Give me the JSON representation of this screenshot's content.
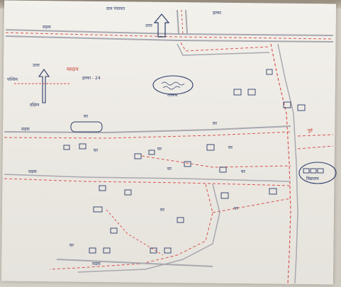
{
  "map": {
    "header_text": "ग्राम पंचायत",
    "header_right": "हल्का",
    "north_label": "उत्तर",
    "center_title": "मरदान",
    "center_sub": "हल्का - 24",
    "compass_north": "उत्तर",
    "compass_south": "दक्षिण",
    "left_label": "पश्चिम",
    "road_labels": [
      "सड़क",
      "सड़क",
      "सड़क",
      "सड़क"
    ],
    "house_labels": [
      "घर",
      "घर",
      "घर",
      "घर",
      "घर",
      "घर",
      "घर",
      "घर",
      "घर",
      "घर"
    ],
    "pond_label": "तालाब",
    "school_label": "विद्यालय",
    "right_label": "पूर्व",
    "colors": {
      "road_red": "#d9534f",
      "ink_blue": "#2c3c6a",
      "road_grey": "#a8a8b0"
    }
  }
}
